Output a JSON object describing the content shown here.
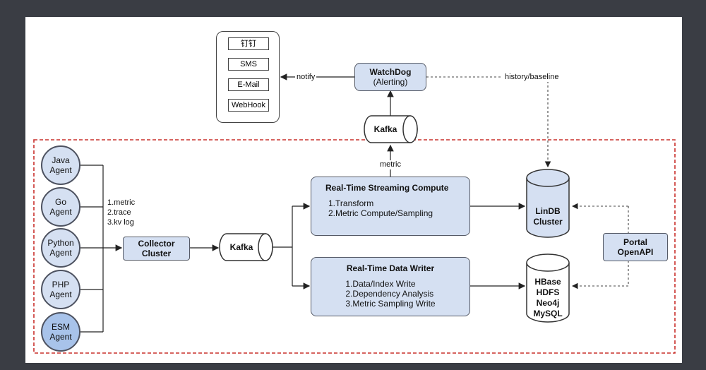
{
  "notifications": {
    "items": [
      "钉钉",
      "SMS",
      "E-Mail",
      "WebHook"
    ],
    "notify_label": "notify"
  },
  "watchdog": {
    "title": "WatchDog",
    "subtitle": "(Alerting)"
  },
  "history_label": "history/baseline",
  "kafka_top": "Kafka",
  "metric_label": "metric",
  "agents": [
    "Java\nAgent",
    "Go\nAgent",
    "Python\nAgent",
    "PHP\nAgent",
    "ESM\nAgent"
  ],
  "collect_types": [
    "1.metric",
    "2.trace",
    "3.kv log"
  ],
  "collector": {
    "line1": "Collector",
    "line2": "Cluster"
  },
  "kafka_mid": "Kafka",
  "streaming": {
    "title": "Real-Time Streaming Compute",
    "steps": [
      "1.Transform",
      "2.Metric Compute/Sampling"
    ]
  },
  "writer": {
    "title": "Real-Time Data Writer",
    "steps": [
      "1.Data/Index Write",
      "2.Dependency Analysis",
      "3.Metric Sampling Write"
    ]
  },
  "lindb": {
    "line1": "LinDB",
    "line2": "Cluster"
  },
  "storage": [
    "HBase",
    "HDFS",
    "Neo4j",
    "MySQL"
  ],
  "portal": {
    "line1": "Portal",
    "line2": "OpenAPI"
  },
  "colors": {
    "box_fill": "#d5e0f2",
    "esm_fill": "#a8c3ea",
    "boundary": "#c9302c"
  }
}
